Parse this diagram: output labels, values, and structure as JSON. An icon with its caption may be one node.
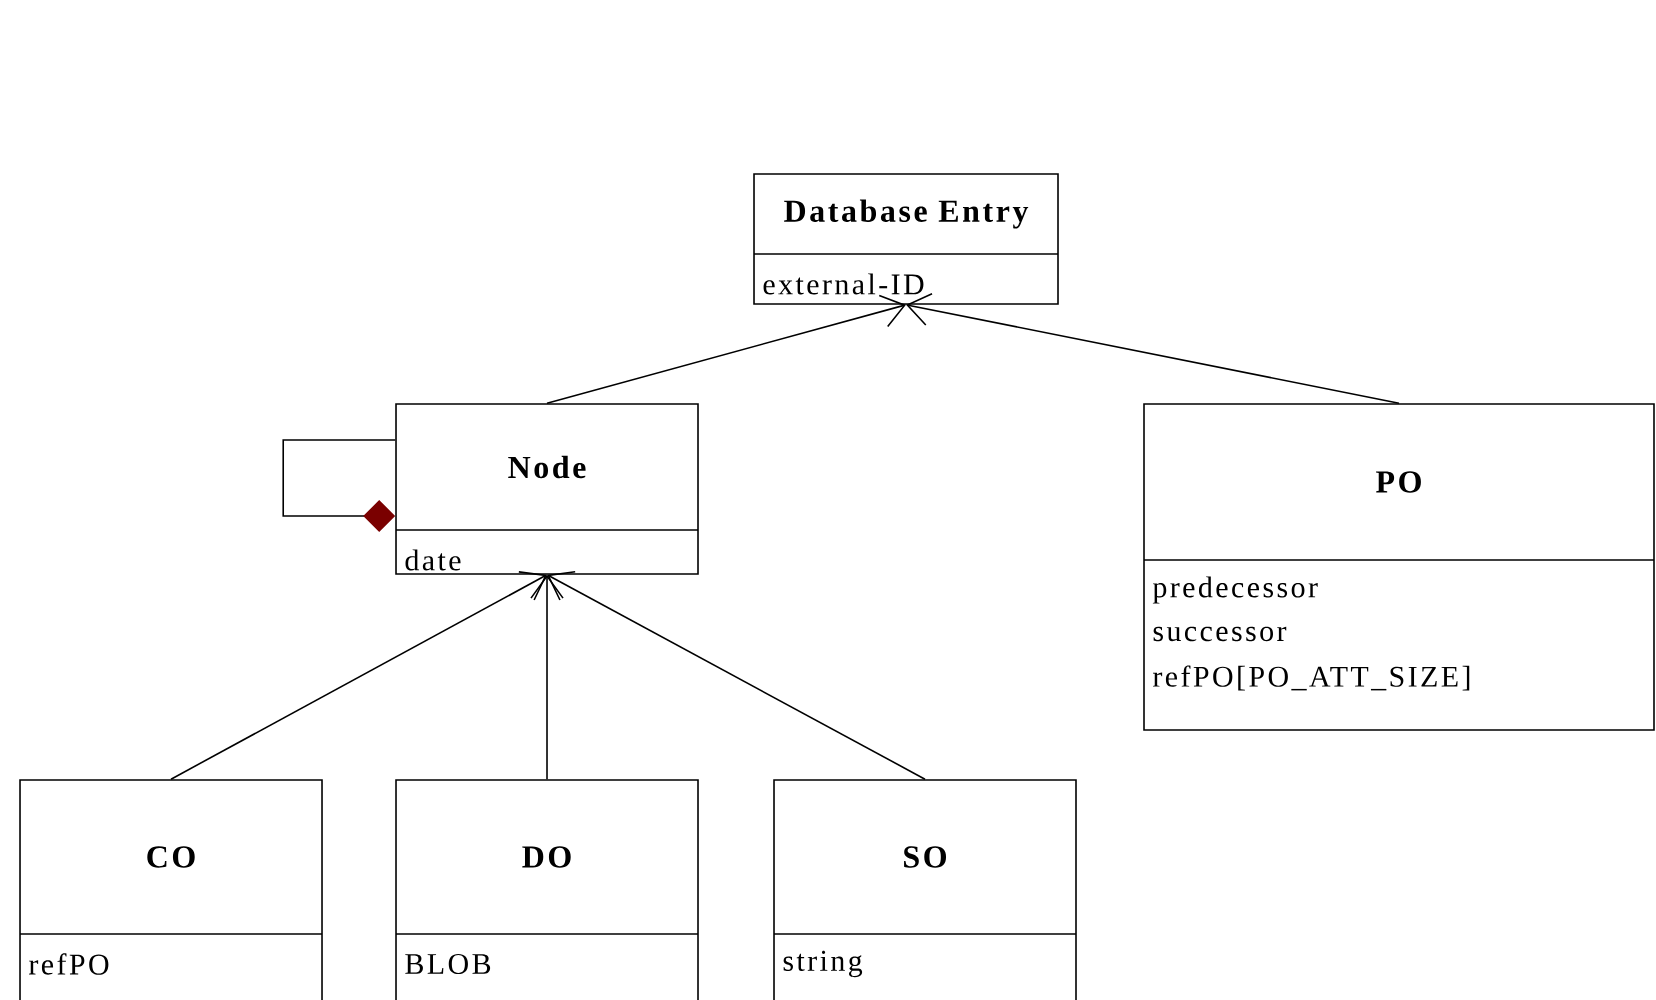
{
  "diagram": {
    "nodes": [
      {
        "text": [
          "Database Entry",
          "external-ID"
        ]
      },
      {
        "text": [
          "Node",
          "date"
        ]
      },
      {
        "text": [
          "PO",
          "predecessor",
          "successor",
          "refPO[PO_ATT_SIZE]"
        ]
      },
      {
        "text": [
          "CO",
          "refPO"
        ]
      },
      {
        "text": [
          "DO",
          "BLOB"
        ]
      },
      {
        "text": [
          "SO",
          "string"
        ]
      }
    ],
    "edges": [
      {
        "from": 1,
        "to": 0,
        "arrow": "to"
      },
      {
        "from": 2,
        "to": 0,
        "arrow": "to"
      },
      {
        "from": 3,
        "to": 1,
        "arrow": "to"
      },
      {
        "from": 4,
        "to": 1,
        "arrow": "to"
      },
      {
        "from": 5,
        "to": 1,
        "arrow": "to"
      },
      {
        "from": 1,
        "to": 1,
        "arrow": "other"
      }
    ]
  }
}
